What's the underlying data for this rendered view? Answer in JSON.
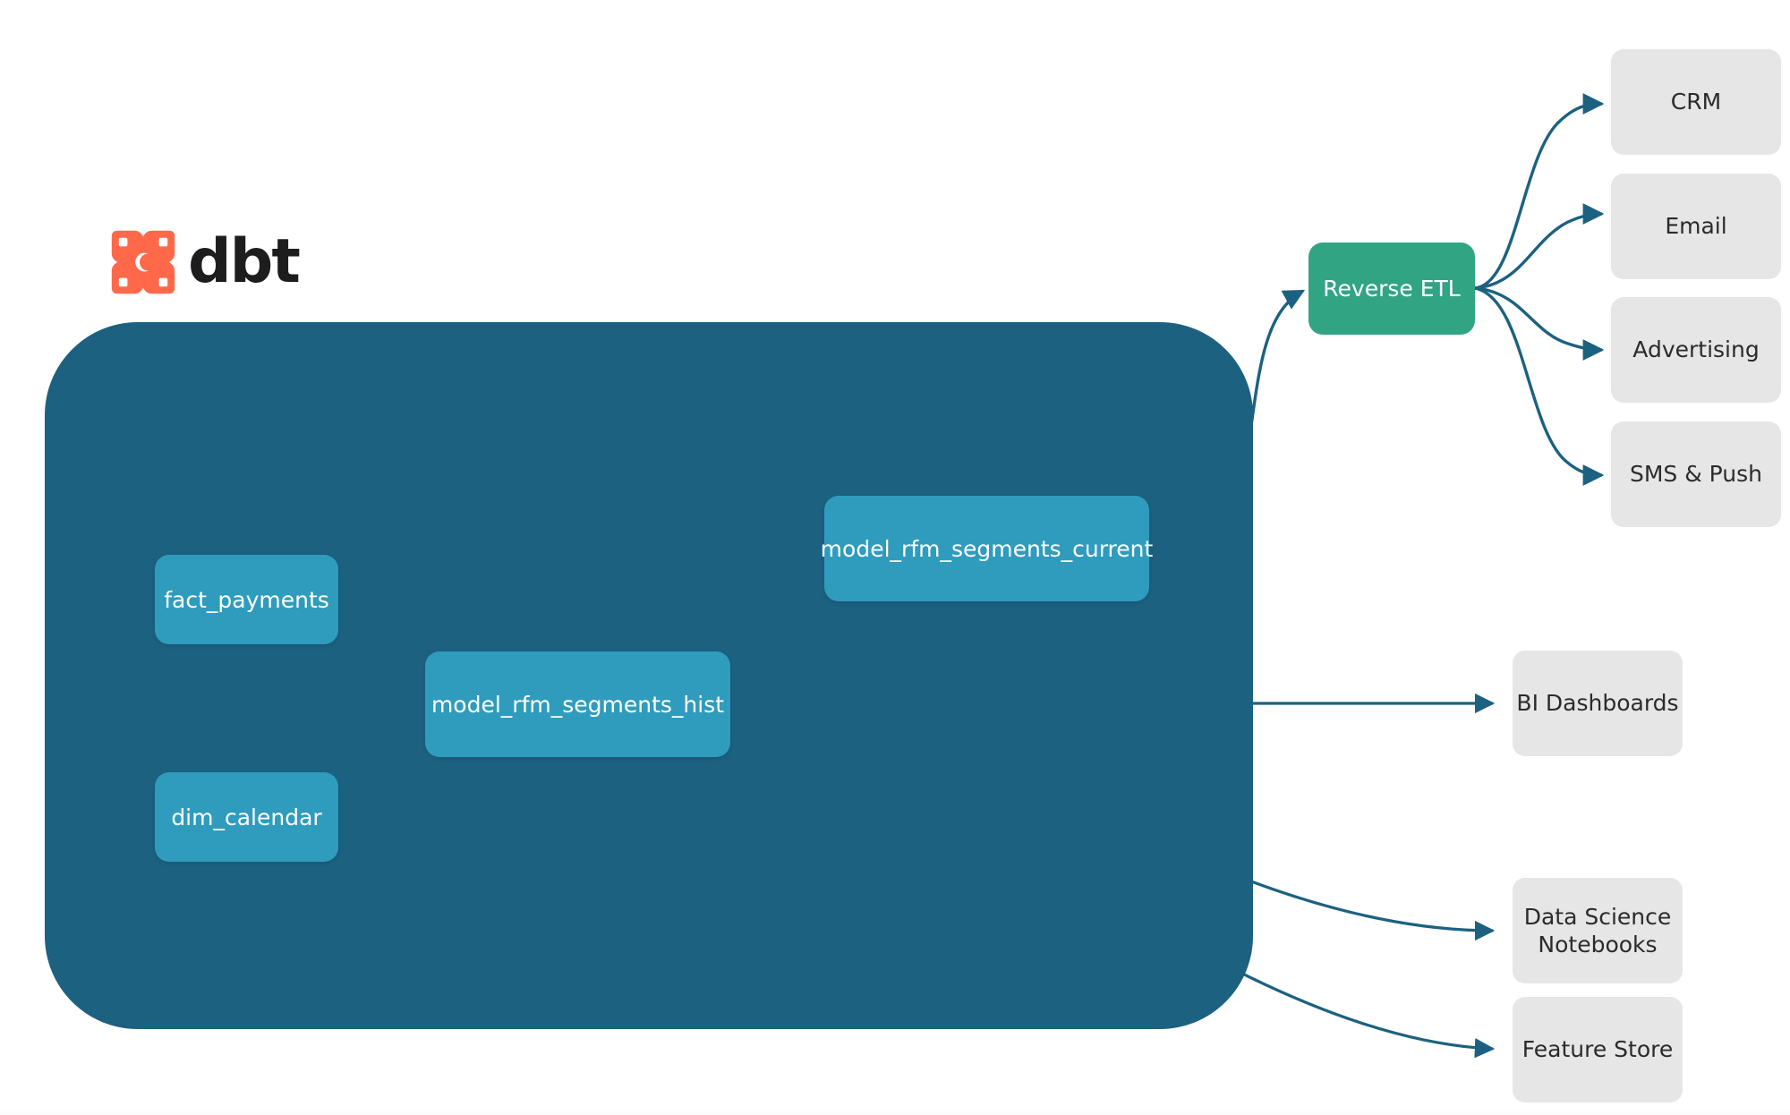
{
  "brand": {
    "logo_text": "dbt",
    "logo_icon": "dbt-x-mark-icon",
    "logo_color": "#FF694A"
  },
  "colors": {
    "container_fill": "#1C6180",
    "model_node_fill": "#2F9CBD",
    "reverse_etl_fill": "#31A583",
    "target_fill": "#E6E6E6",
    "edge_stroke": "#1C6180",
    "inner_edge_stroke": "#2F9CBD",
    "node_text": "#FFFFFF",
    "target_text": "#2B2B2B",
    "background": "#FFFFFF"
  },
  "container": {
    "name": "dbt-project-container"
  },
  "models": [
    {
      "id": "fact_payments",
      "label": "fact_payments"
    },
    {
      "id": "dim_calendar",
      "label": "dim_calendar"
    },
    {
      "id": "model_rfm_segments_hist",
      "label": "model_rfm_segments_hist"
    },
    {
      "id": "model_rfm_segments_current",
      "label": "model_rfm_segments_current"
    }
  ],
  "reverse_etl": {
    "id": "reverse_etl",
    "label": "Reverse ETL"
  },
  "activation_targets": [
    {
      "id": "crm",
      "label": "CRM"
    },
    {
      "id": "email",
      "label": "Email"
    },
    {
      "id": "advertising",
      "label": "Advertising"
    },
    {
      "id": "sms_push",
      "label": "SMS & Push"
    }
  ],
  "analytics_targets": [
    {
      "id": "bi_dashboards",
      "label": "BI Dashboards"
    },
    {
      "id": "data_science_notebooks",
      "label": "Data Science\nNotebooks",
      "line1": "Data Science",
      "line2": "Notebooks"
    },
    {
      "id": "feature_store",
      "label": "Feature Store"
    }
  ],
  "edges": [
    {
      "from": "fact_payments",
      "to": "model_rfm_segments_hist"
    },
    {
      "from": "dim_calendar",
      "to": "model_rfm_segments_hist"
    },
    {
      "from": "model_rfm_segments_hist",
      "to": "model_rfm_segments_current"
    },
    {
      "from": "model_rfm_segments_current",
      "to": "reverse_etl"
    },
    {
      "from": "model_rfm_segments_hist",
      "to": "bi_dashboards"
    },
    {
      "from": "model_rfm_segments_hist",
      "to": "data_science_notebooks"
    },
    {
      "from": "model_rfm_segments_hist",
      "to": "feature_store"
    },
    {
      "from": "reverse_etl",
      "to": "crm"
    },
    {
      "from": "reverse_etl",
      "to": "email"
    },
    {
      "from": "reverse_etl",
      "to": "advertising"
    },
    {
      "from": "reverse_etl",
      "to": "sms_push"
    }
  ]
}
